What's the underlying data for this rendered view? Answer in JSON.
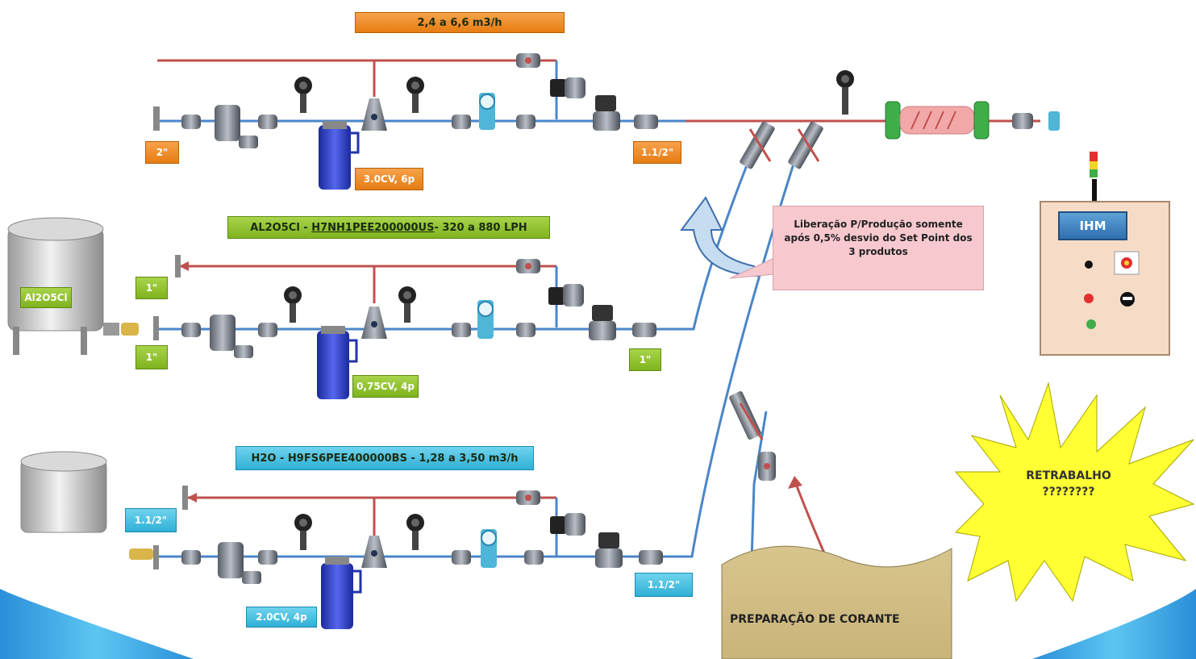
{
  "line1": {
    "header": "2,4 a 6,6 m3/h",
    "inlet_size": "2\"",
    "pump": "3.0CV, 6p",
    "outlet_size": "1.1/2\""
  },
  "line2": {
    "header_prefix": "AL2O5Cl - ",
    "header_code": "H7NH1PEE200000US",
    "header_suffix": " - 320 a 880 LPH",
    "tank": "Al2O5Cl",
    "return_size": "1\"",
    "inlet_size": "1\"",
    "pump": "0,75CV, 4p",
    "outlet_size": "1\""
  },
  "line3": {
    "header": "H2O - H9FS6PEE400000BS - 1,28 a 3,50 m3/h",
    "return_size": "1.1/2\"",
    "pump": "2.0CV, 4p",
    "outlet_size": "1.1/2\""
  },
  "note": "Liberação P/Produção somente após 0,5% desvio do Set Point dos 3 produtos",
  "ihm": "IHM",
  "retrabalho_line1": "RETRABALHO",
  "retrabalho_line2": "????????",
  "preparacao": "PREPARAÇÃO DE CORANTE",
  "colors": {
    "pipe_blue": "#4a86c9",
    "pipe_red": "#c0504d",
    "orange": "#e67c12",
    "green": "#7fb31f",
    "cyan": "#2fb0d6",
    "starburst": "#ffff33"
  }
}
